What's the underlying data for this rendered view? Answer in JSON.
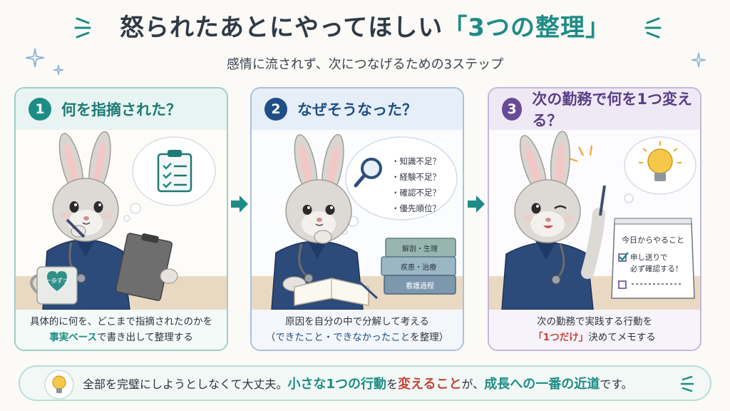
{
  "title": {
    "main": "怒られたあとにやってほしい",
    "highlight": "「3つの整理」"
  },
  "subtitle": "感情に流されず、次につなげるための3ステップ",
  "colors": {
    "teal": "#1e8c86",
    "navy": "#1f4f86",
    "purple": "#6a4c96",
    "accent_red": "#c4453b"
  },
  "cards": [
    {
      "number": "1",
      "heading": "何を指摘された？",
      "mug_text": "一歩ずつ",
      "icon": "clipboard-checklist-icon",
      "foot_line1": "具体的に何を、どこまで指摘されたのかを",
      "foot_line2_em": "事実ベース",
      "foot_line2_rest": "で書き出して整理する"
    },
    {
      "number": "2",
      "heading": "なぜそうなった？",
      "bubble_items": [
        "・知識不足？",
        "・経験不足？",
        "・確認不足？",
        "・優先順位？"
      ],
      "books": [
        "解剖・生理",
        "疾患・治療",
        "看護過程"
      ],
      "icon": "magnifier-icon",
      "foot_line1": "原因を自分の中で分解して考える",
      "foot_line2_open": "（",
      "foot_line2_em": "できたこと・できなかったこと",
      "foot_line2_rest": "を整理）"
    },
    {
      "number": "3",
      "heading": "次の勤務で何を1つ変える？",
      "calendar_title": "今日からやること",
      "calendar_item1_line1": "申し送りで",
      "calendar_item1_line2": "必ず確認する！",
      "icon": "lightbulb-icon",
      "foot_line1": "次の勤務で実践する行動を",
      "foot_line2_em": "「1つだけ」",
      "foot_line2_rest": "決めてメモする"
    }
  ],
  "bottom": {
    "text1": "全部を完璧にしようとしなくて大丈夫。",
    "em1": "小さな1つの行動",
    "text2": "を",
    "em2": "変えること",
    "text3": "が、",
    "em3": "成長への一番の近道",
    "text4": "です。"
  }
}
